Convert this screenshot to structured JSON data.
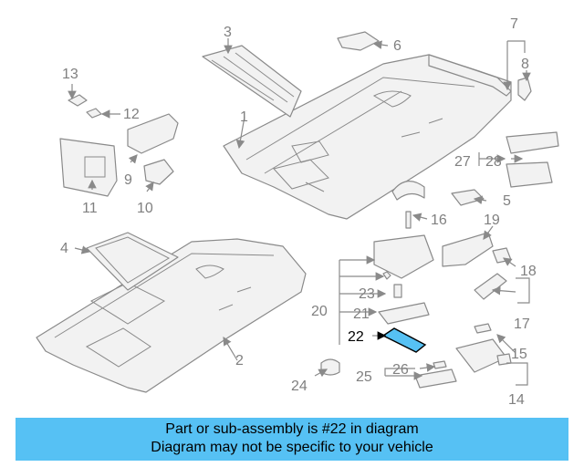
{
  "callouts": [
    "1",
    "2",
    "3",
    "4",
    "5",
    "6",
    "7",
    "8",
    "9",
    "10",
    "11",
    "12",
    "13",
    "14",
    "15",
    "16",
    "17",
    "18",
    "19",
    "20",
    "21",
    "22",
    "23",
    "24",
    "25",
    "26",
    "27",
    "28"
  ],
  "highlighted_callout": "22",
  "highlight_color": "#56c1f4",
  "banner": {
    "color": "#56c1f4",
    "line1": "Part or sub-assembly is #22 in diagram",
    "line2": "Diagram may not be specific to your vehicle"
  }
}
